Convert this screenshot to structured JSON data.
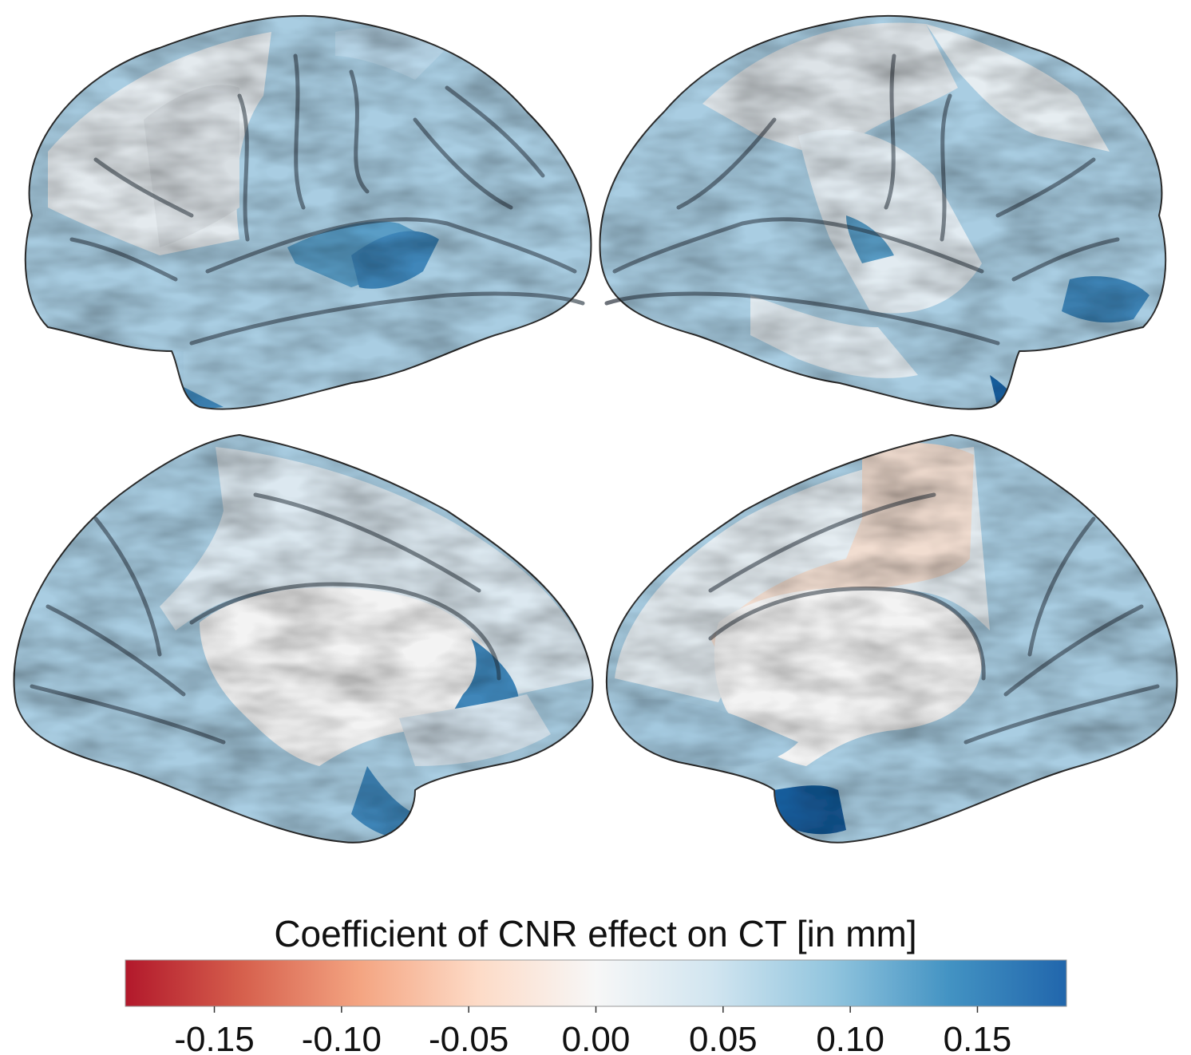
{
  "colorbar": {
    "title": "Coefficient of CNR effect on CT [in mm]",
    "min": -0.185,
    "max": 0.185,
    "ticks": [
      {
        "value": -0.15,
        "label": "-0.15"
      },
      {
        "value": -0.1,
        "label": "-0.10"
      },
      {
        "value": -0.05,
        "label": "-0.05"
      },
      {
        "value": 0.0,
        "label": "0.00"
      },
      {
        "value": 0.05,
        "label": "0.05"
      },
      {
        "value": 0.1,
        "label": "0.10"
      },
      {
        "value": 0.15,
        "label": "0.15"
      }
    ],
    "colormap": "RdBu",
    "stops": [
      "#b2182b",
      "#d6604d",
      "#f4a582",
      "#fddbc7",
      "#f7f7f7",
      "#d1e5f0",
      "#92c5de",
      "#4393c3",
      "#2166ac"
    ]
  },
  "colors": {
    "light_blue": "#a9cde2",
    "mid_blue": "#8bbcd8",
    "dark_blue": "#3f86b9",
    "darkest_blue": "#1e5f9e",
    "near_white": "#e6eef3",
    "pale_peach": "#f1ddd0",
    "medial_wall": "#f2f2f2"
  },
  "brain_views": [
    {
      "name": "left-lateral"
    },
    {
      "name": "right-lateral"
    },
    {
      "name": "left-medial"
    },
    {
      "name": "right-medial"
    }
  ]
}
